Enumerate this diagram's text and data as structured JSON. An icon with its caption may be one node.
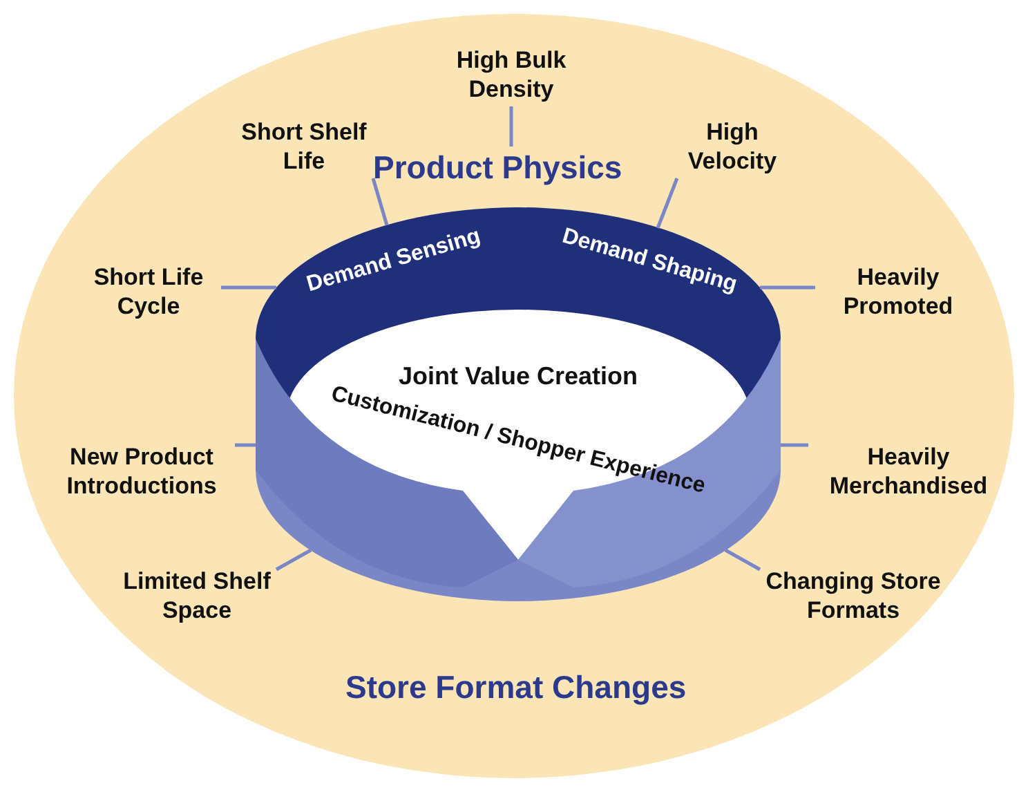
{
  "diagram": {
    "nodes": [
      {
        "text": [
          "Product Physics",
          "Store Format Changes"
        ]
      },
      {
        "text": [
          "Demand Sensing",
          "Demand Shaping",
          "Joint Value Creation",
          "Customization / Shopper Experience"
        ],
        "in": 0
      },
      {
        "text": [
          "High Bulk Density"
        ],
        "in": 0
      },
      {
        "text": [
          "Short Shelf Life"
        ],
        "in": 0
      },
      {
        "text": [
          "High Velocity"
        ],
        "in": 0
      },
      {
        "text": [
          "Short Life Cycle"
        ],
        "in": 0
      },
      {
        "text": [
          "Heavily Promoted"
        ],
        "in": 0
      },
      {
        "text": [
          "New Product Introductions"
        ],
        "in": 0
      },
      {
        "text": [
          "Heavily Merchandised"
        ],
        "in": 0
      },
      {
        "text": [
          "Limited Shelf Space"
        ],
        "in": 0
      },
      {
        "text": [
          "Changing Store Formats"
        ],
        "in": 0
      }
    ],
    "edges": [
      {
        "from": 2,
        "to": null,
        "arrow": "none"
      },
      {
        "from": 3,
        "to": 1,
        "arrow": "none"
      },
      {
        "from": 4,
        "to": 1,
        "arrow": "none"
      },
      {
        "from": 5,
        "to": 1,
        "arrow": "none"
      },
      {
        "from": 6,
        "to": 1,
        "arrow": "none"
      },
      {
        "from": 7,
        "to": 1,
        "arrow": "none"
      },
      {
        "from": 8,
        "to": 1,
        "arrow": "none"
      },
      {
        "from": 9,
        "to": 1,
        "arrow": "none"
      },
      {
        "from": 10,
        "to": 1,
        "arrow": "none"
      }
    ]
  }
}
